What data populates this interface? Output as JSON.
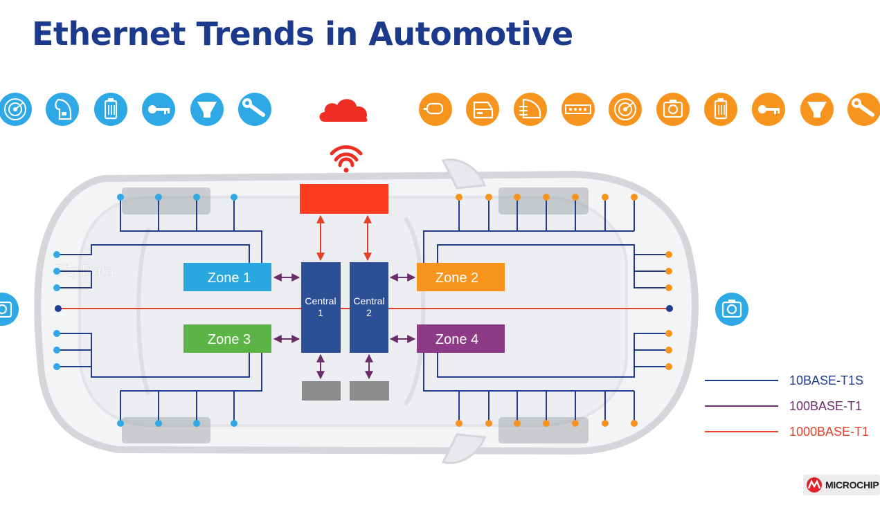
{
  "title": "Ethernet Trends in Automotive",
  "colors": {
    "title": "#1b3a8c",
    "blue_icons": "#2ea9e6",
    "orange_icons": "#f7941d",
    "cloud_red": "#ee2e24",
    "gateway_red": "#ff3b1f",
    "central": "#2d4f95",
    "link_10base": "#1f3b8f",
    "link_100base": "#6b2d6a",
    "link_1000base": "#e4412b",
    "zone1": "#29a8e0",
    "zone2": "#f7941d",
    "zone3": "#5db446",
    "zone4": "#8d3b86"
  },
  "icons": {
    "left_blue": [
      "radar-icon",
      "side-mirror-icon",
      "battery-icon",
      "key-icon",
      "light-beam-icon",
      "wrench-icon"
    ],
    "cloud": "cloud-icon",
    "right_orange": [
      "side-mirror-icon",
      "car-door-icon",
      "headlight-icon",
      "light-strip-icon",
      "radar-icon",
      "camera-icon",
      "battery-icon",
      "key-icon",
      "light-beam-icon",
      "wrench-icon"
    ],
    "wifi": "wifi-icon",
    "side_cameras": [
      "camera-icon",
      "camera-icon"
    ]
  },
  "diagram": {
    "big_data_label": "Big Data",
    "zones": [
      {
        "id": "zone-1",
        "label": "Zone 1"
      },
      {
        "id": "zone-2",
        "label": "Zone 2"
      },
      {
        "id": "zone-3",
        "label": "Zone 3"
      },
      {
        "id": "zone-4",
        "label": "Zone 4"
      }
    ],
    "centrals": [
      {
        "line1": "Central",
        "line2": "1"
      },
      {
        "line1": "Central",
        "line2": "2"
      }
    ]
  },
  "legend": [
    {
      "label": "10BASE-T1S",
      "color": "#1f3b8f"
    },
    {
      "label": "100BASE-T1",
      "color": "#6b2d6a"
    },
    {
      "label": "1000BASE-T1",
      "color": "#e4412b"
    }
  ],
  "logo": {
    "text": "MICROCHIP"
  }
}
